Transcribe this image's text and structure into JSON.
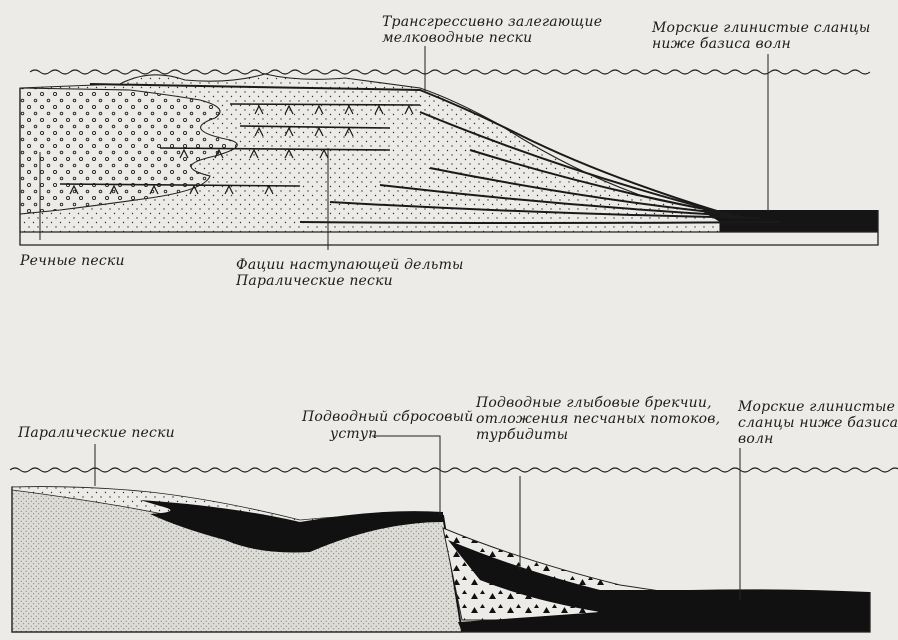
{
  "top_diagram": {
    "labels": {
      "transgressive_sands": [
        "Трансгрессивно залегающие",
        "мелководные пески"
      ],
      "marine_shales": [
        "Морские глинистые сланцы",
        "ниже базиса волн"
      ],
      "river_sands": "Речные пески",
      "delta_facies": "Фации наступающей дельты",
      "paralic_sands": "Паралические пески"
    }
  },
  "bottom_diagram": {
    "labels": {
      "paralic_sands": "Паралические пески",
      "fault_scarp": [
        "Подводный сбросовый",
        "уступ"
      ],
      "breccia": [
        "Подводные глыбовые брекчии,",
        "отложения песчаных потоков,",
        "турбидиты"
      ],
      "marine_shales": [
        "Морские глинистые",
        "сланцы ниже базиса",
        "волн"
      ]
    }
  },
  "colors": {
    "background": "#ecebe7",
    "ink": "#1c1c1c",
    "sand_fill": "#dddcd6"
  }
}
